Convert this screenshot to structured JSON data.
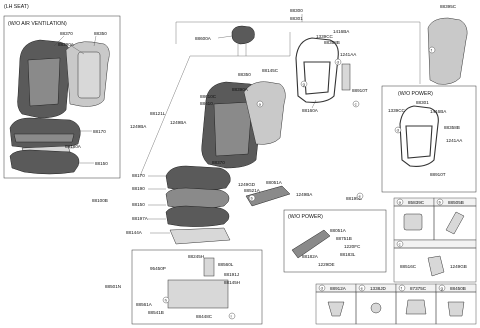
{
  "title": "(LH SEAT)",
  "callouts": {
    "a": "a",
    "b": "b",
    "c": "c",
    "d": "d",
    "e": "e",
    "f": "f",
    "g": "g",
    "h": "h",
    "i": "i"
  },
  "sections": {
    "air_vent": {
      "title": "(W/O AIR VENTILATION)",
      "labels": [
        "88370",
        "88350",
        "88390A",
        "88170",
        "88180A",
        "88150"
      ]
    },
    "w_o_power_frame": {
      "title": "(W/O POWER)",
      "labels": [
        "88301",
        "1339CC",
        "1416BA",
        "88358B",
        "1241AA",
        "88910T"
      ]
    },
    "w_o_power_track": {
      "title": "(W/O POWER)",
      "labels": [
        "88051A",
        "88751B",
        "1220FC",
        "88183L",
        "88182A",
        "1229DE"
      ]
    },
    "main": {
      "labels": [
        "88300",
        "88301",
        "88395C",
        "88600A",
        "1339CC",
        "1416BA",
        "88358B",
        "1241AA",
        "88145C",
        "88350",
        "88610C",
        "88610",
        "88390A",
        "88121L",
        "1249BA",
        "1249BA",
        "88370",
        "88910T",
        "88160A",
        "88170",
        "88100B",
        "88190",
        "88150",
        "88197A",
        "88144A",
        "1249GD",
        "88521A",
        "88051A",
        "1249BA",
        "88195B",
        "88245H",
        "88560L",
        "95450P",
        "88191J",
        "88145H",
        "88501N",
        "88561A",
        "88541B",
        "88448C"
      ]
    }
  },
  "parts_table": {
    "row1": [
      {
        "letter": "a",
        "code": "85839C"
      },
      {
        "letter": "b",
        "code": "88505B"
      }
    ],
    "row2": {
      "letter": "c",
      "labels": [
        "88516C",
        "1249GB"
      ]
    },
    "row3": [
      {
        "letter": "d",
        "code": "88912A"
      },
      {
        "letter": "e",
        "code": "1338JD"
      },
      {
        "letter": "f",
        "code": "87375C"
      },
      {
        "letter": "g",
        "code": "88450B"
      }
    ]
  }
}
